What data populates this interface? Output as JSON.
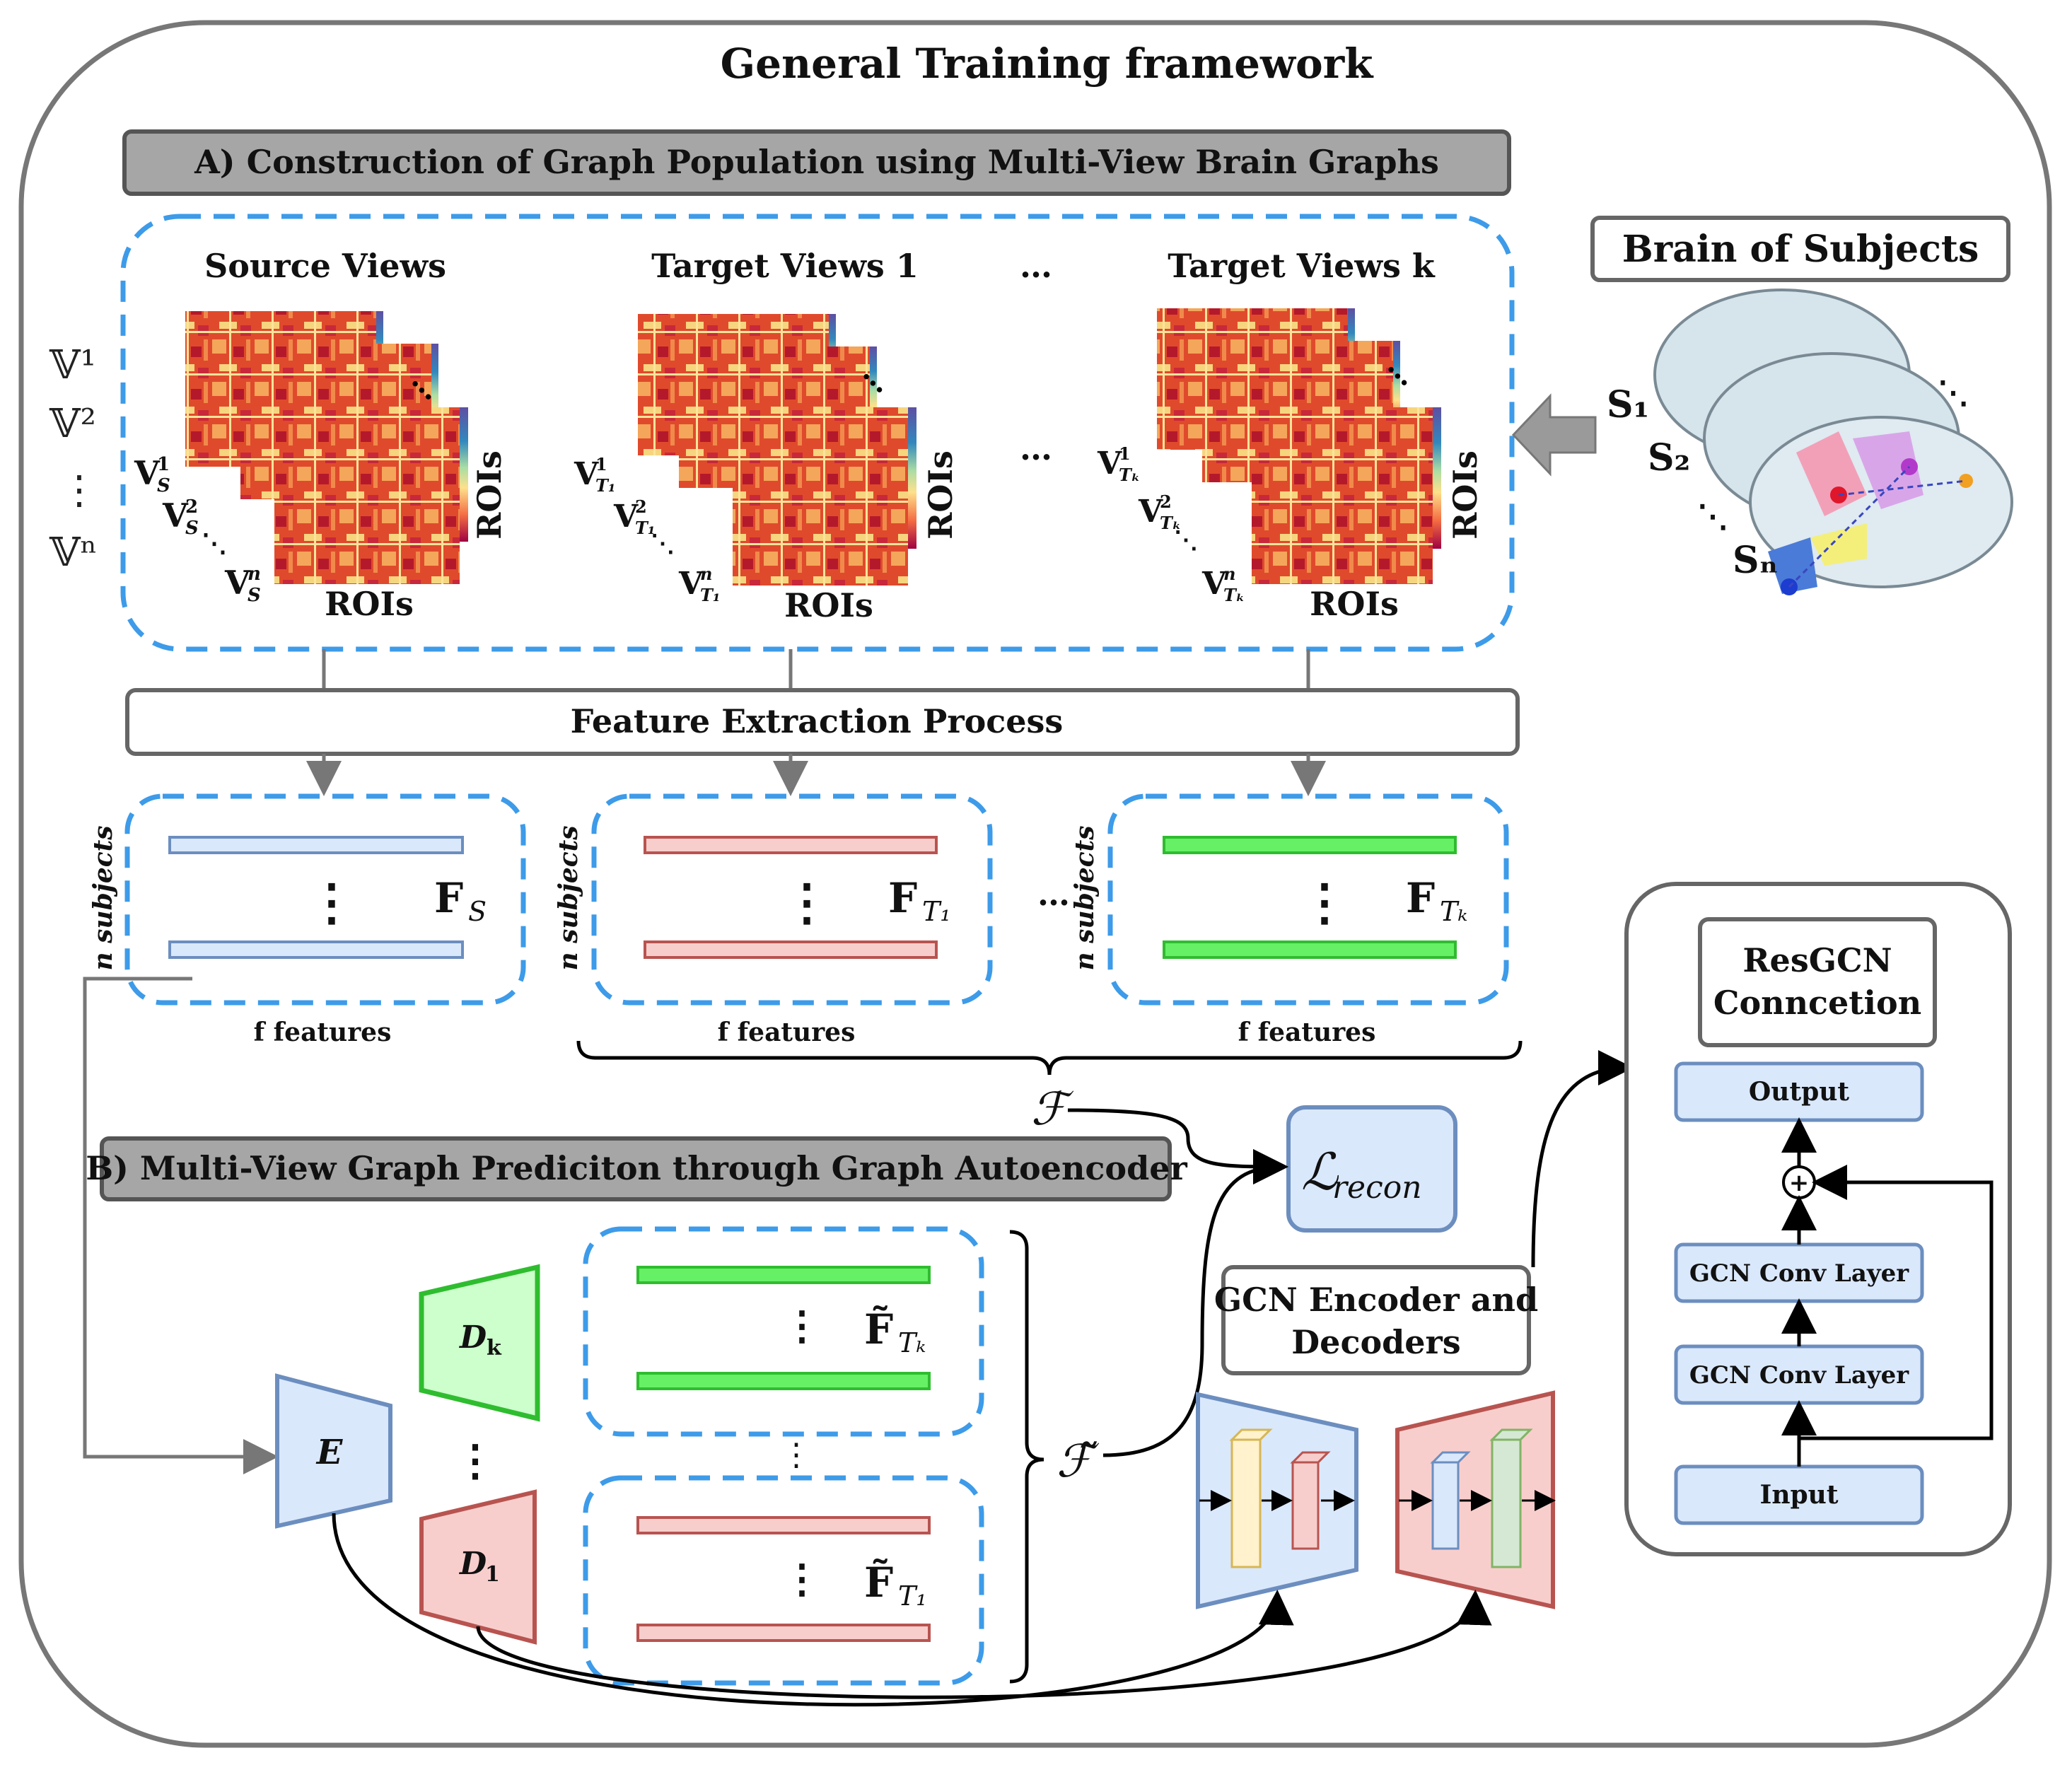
{
  "title": "General Training framework",
  "section_a": "A) Construction of Graph Population using Multi-View Brain Graphs",
  "section_b": "B) Multi-View Graph Prediciton through Graph Autoencoder",
  "views": {
    "source": "Source Views",
    "target1": "Target Views 1",
    "targetk": "Target Views k",
    "dots": "…",
    "rois": "ROIs"
  },
  "view_labels": {
    "v1": "𝕍¹",
    "v2": "𝕍²",
    "vdots": "⋮",
    "vn": "𝕍ⁿ",
    "src1": "V",
    "src_sub": "S",
    "t1_sub": "T₁",
    "tk_sub": "Tₖ"
  },
  "brain": {
    "title": "Brain of Subjects",
    "s1": "S₁",
    "s2": "S₂",
    "sn": "Sₙ"
  },
  "feature_extraction": "Feature Extraction Process",
  "features": {
    "n_subjects": "n subjects",
    "f_features": "f features",
    "FS": "F",
    "FS_sub": "S",
    "FT1_sub": "T₁",
    "FTk_sub": "Tₖ",
    "calF": "ℱ",
    "calF_tilde": "ℱ̃"
  },
  "loss": {
    "symbol": "ℒ",
    "sub": "recon"
  },
  "autoencoder": {
    "E": "E",
    "Dk": "D",
    "Dk_sub": "k",
    "D1": "D",
    "D1_sub": "1",
    "dots": "⋮",
    "Ftilde": "F̃"
  },
  "gcn_box": {
    "line1": "GCN Encoder and",
    "line2": "Decoders"
  },
  "resgcn": {
    "title1": "ResGCN",
    "title2": "Conncetion",
    "output": "Output",
    "conv1": "GCN Conv Layer",
    "conv2": "GCN Conv Layer",
    "input": "Input",
    "plus": "+"
  },
  "colors": {
    "dashed_blue": "#3d9be9",
    "gray_header": "#a6a6a6",
    "blue_fill": "#dae8fc",
    "blue_stroke": "#6c8ebf",
    "red_fill": "#f8cecc",
    "red_stroke": "#b85450",
    "green_fill": "#ccffcc",
    "green_stroke": "#2fbd2f"
  }
}
